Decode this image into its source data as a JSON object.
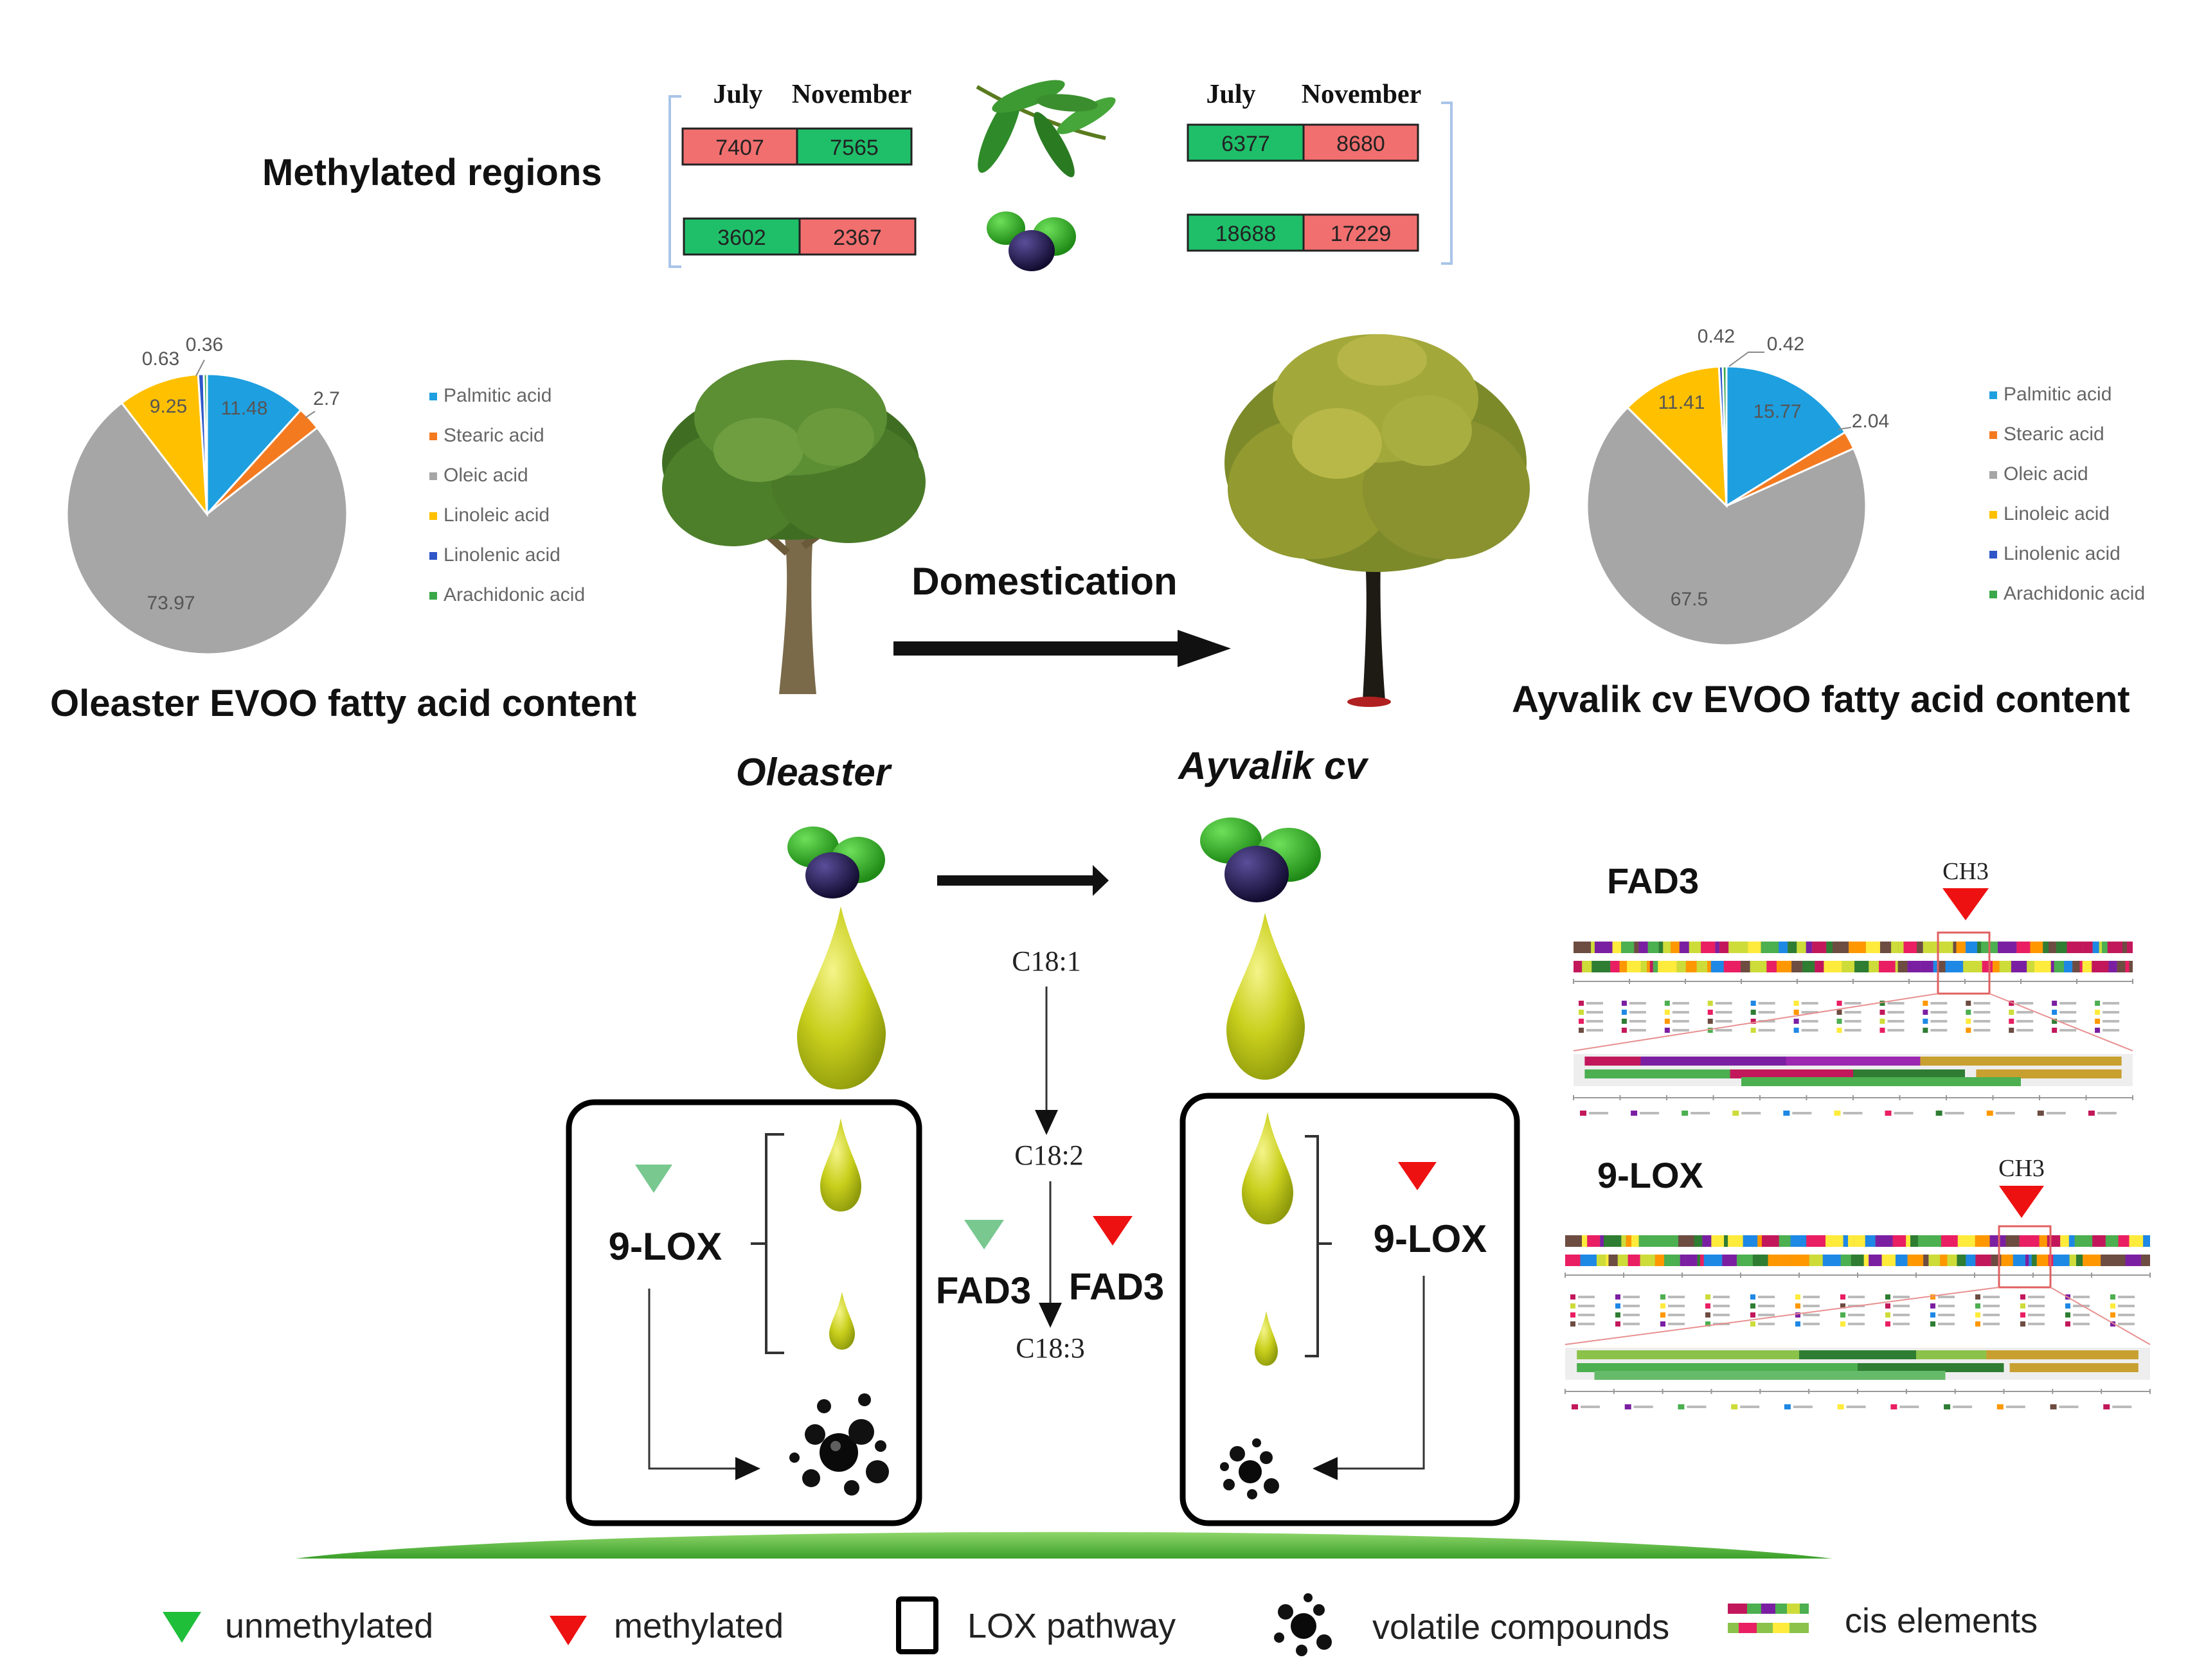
{
  "methylation": {
    "title": "Methylated regions",
    "left_headers": [
      "July",
      "November"
    ],
    "right_headers": [
      "July",
      "November"
    ],
    "rows": [
      {
        "left": [
          "7407",
          "7565"
        ],
        "right": [
          "6377",
          "8680"
        ]
      },
      {
        "left": [
          "3602",
          "2367"
        ],
        "right": [
          "18688",
          "17229"
        ]
      }
    ]
  },
  "pies": {
    "left_caption": "Oleaster EVOO fatty acid content",
    "right_caption": "Ayvalik cv EVOO fatty acid content",
    "legend": [
      "Palmitic acid",
      "Stearic acid",
      "Oleic acid",
      "Linoleic acid",
      "Linolenic acid",
      "Arachidonic acid"
    ],
    "colors": [
      "#1e9fe0",
      "#f47a20",
      "#a6a6a6",
      "#ffc000",
      "#2f56c8",
      "#3aa84a"
    ]
  },
  "chart_data": [
    {
      "type": "pie",
      "title": "Oleaster EVOO fatty acid content",
      "categories": [
        "Palmitic acid",
        "Stearic acid",
        "Oleic acid",
        "Linoleic acid",
        "Linolenic acid",
        "Arachidonic acid"
      ],
      "values": [
        11.48,
        2.7,
        73.97,
        9.25,
        0.63,
        0.36
      ]
    },
    {
      "type": "pie",
      "title": "Ayvalik cv EVOO fatty acid content",
      "categories": [
        "Palmitic acid",
        "Stearic acid",
        "Oleic acid",
        "Linoleic acid",
        "Linolenic acid",
        "Arachidonic acid"
      ],
      "values": [
        15.77,
        2.04,
        67.5,
        11.41,
        0.42,
        0.42
      ]
    }
  ],
  "domestication": {
    "label": "Domestication"
  },
  "lower": {
    "left_title": "Oleaster",
    "right_title": "Ayvalik cv",
    "left_enzyme": "9-LOX",
    "right_enzyme": "9-LOX",
    "path": [
      "C18:1",
      "C18:2",
      "C18:3"
    ],
    "fad3_left": "FAD3",
    "fad3_right": "FAD3"
  },
  "genes": {
    "fad3_title": "FAD3",
    "lox_title": "9-LOX",
    "ch3_label": "CH3"
  },
  "legend_bottom": {
    "unmethylated": "unmethylated",
    "methylated": "methylated",
    "lox": "LOX pathway",
    "volatile": "volatile compounds",
    "cis": "cis elements"
  },
  "colors": {
    "green_cell": "#1fbf6a",
    "red_cell": "#f26f6f",
    "unmeth": "#78c890",
    "meth": "#ee1111",
    "oil": "#c8cc18",
    "ground": "#55b83a"
  }
}
